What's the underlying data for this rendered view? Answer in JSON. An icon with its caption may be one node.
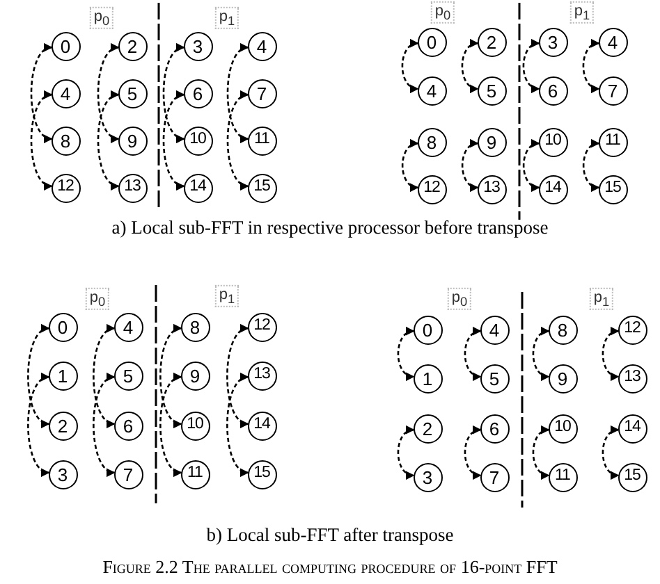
{
  "diagram": {
    "caption": "Figure 2.2 The parallel computing procedure of 16-point FFT",
    "nodes": [
      {
        "text": [
          "0"
        ]
      },
      {
        "text": [
          "2"
        ]
      },
      {
        "text": [
          "3"
        ]
      },
      {
        "text": [
          "4"
        ]
      },
      {
        "text": [
          "4"
        ]
      },
      {
        "text": [
          "5"
        ]
      },
      {
        "text": [
          "6"
        ]
      },
      {
        "text": [
          "7"
        ]
      },
      {
        "text": [
          "8"
        ]
      },
      {
        "text": [
          "9"
        ]
      },
      {
        "text": [
          "10"
        ]
      },
      {
        "text": [
          "11"
        ]
      },
      {
        "text": [
          "12"
        ]
      },
      {
        "text": [
          "13"
        ]
      },
      {
        "text": [
          "14"
        ]
      },
      {
        "text": [
          "15"
        ]
      },
      {
        "text": [
          "0"
        ]
      },
      {
        "text": [
          "2"
        ]
      },
      {
        "text": [
          "3"
        ]
      },
      {
        "text": [
          "4"
        ]
      },
      {
        "text": [
          "4"
        ]
      },
      {
        "text": [
          "5"
        ]
      },
      {
        "text": [
          "6"
        ]
      },
      {
        "text": [
          "7"
        ]
      },
      {
        "text": [
          "8"
        ]
      },
      {
        "text": [
          "9"
        ]
      },
      {
        "text": [
          "10"
        ]
      },
      {
        "text": [
          "11"
        ]
      },
      {
        "text": [
          "12"
        ]
      },
      {
        "text": [
          "13"
        ]
      },
      {
        "text": [
          "14"
        ]
      },
      {
        "text": [
          "15"
        ]
      },
      {
        "text": [
          "0"
        ]
      },
      {
        "text": [
          "4"
        ]
      },
      {
        "text": [
          "8"
        ]
      },
      {
        "text": [
          "12"
        ]
      },
      {
        "text": [
          "1"
        ]
      },
      {
        "text": [
          "5"
        ]
      },
      {
        "text": [
          "9"
        ]
      },
      {
        "text": [
          "13"
        ]
      },
      {
        "text": [
          "2"
        ]
      },
      {
        "text": [
          "6"
        ]
      },
      {
        "text": [
          "10"
        ]
      },
      {
        "text": [
          "14"
        ]
      },
      {
        "text": [
          "3"
        ]
      },
      {
        "text": [
          "7"
        ]
      },
      {
        "text": [
          "11"
        ]
      },
      {
        "text": [
          "15"
        ]
      },
      {
        "text": [
          "0"
        ]
      },
      {
        "text": [
          "4"
        ]
      },
      {
        "text": [
          "8"
        ]
      },
      {
        "text": [
          "12"
        ]
      },
      {
        "text": [
          "1"
        ]
      },
      {
        "text": [
          "5"
        ]
      },
      {
        "text": [
          "9"
        ]
      },
      {
        "text": [
          "13"
        ]
      },
      {
        "text": [
          "2"
        ]
      },
      {
        "text": [
          "6"
        ]
      },
      {
        "text": [
          "10"
        ]
      },
      {
        "text": [
          "14"
        ]
      },
      {
        "text": [
          "3"
        ]
      },
      {
        "text": [
          "7"
        ]
      },
      {
        "text": [
          "11"
        ]
      },
      {
        "text": [
          "15"
        ]
      }
    ],
    "edges": [
      {
        "from": 0,
        "to": 8,
        "arrow": "both",
        "style": "dashed"
      },
      {
        "from": 4,
        "to": 12,
        "arrow": "both",
        "style": "dashed"
      },
      {
        "from": 1,
        "to": 9,
        "arrow": "both",
        "style": "dashed"
      },
      {
        "from": 5,
        "to": 13,
        "arrow": "both",
        "style": "dashed"
      },
      {
        "from": 2,
        "to": 10,
        "arrow": "both",
        "style": "dashed"
      },
      {
        "from": 6,
        "to": 14,
        "arrow": "both",
        "style": "dashed"
      },
      {
        "from": 3,
        "to": 11,
        "arrow": "both",
        "style": "dashed"
      },
      {
        "from": 7,
        "to": 15,
        "arrow": "both",
        "style": "dashed"
      },
      {
        "from": 16,
        "to": 20,
        "arrow": "both",
        "style": "dashed"
      },
      {
        "from": 17,
        "to": 21,
        "arrow": "both",
        "style": "dashed"
      },
      {
        "from": 18,
        "to": 22,
        "arrow": "both",
        "style": "dashed"
      },
      {
        "from": 19,
        "to": 23,
        "arrow": "both",
        "style": "dashed"
      },
      {
        "from": 24,
        "to": 28,
        "arrow": "both",
        "style": "dashed"
      },
      {
        "from": 25,
        "to": 29,
        "arrow": "both",
        "style": "dashed"
      },
      {
        "from": 26,
        "to": 30,
        "arrow": "both",
        "style": "dashed"
      },
      {
        "from": 27,
        "to": 31,
        "arrow": "both",
        "style": "dashed"
      },
      {
        "from": 32,
        "to": 40,
        "arrow": "both",
        "style": "dashed"
      },
      {
        "from": 36,
        "to": 44,
        "arrow": "both",
        "style": "dashed"
      },
      {
        "from": 33,
        "to": 41,
        "arrow": "both",
        "style": "dashed"
      },
      {
        "from": 37,
        "to": 45,
        "arrow": "both",
        "style": "dashed"
      },
      {
        "from": 34,
        "to": 42,
        "arrow": "both",
        "style": "dashed"
      },
      {
        "from": 38,
        "to": 46,
        "arrow": "both",
        "style": "dashed"
      },
      {
        "from": 35,
        "to": 43,
        "arrow": "both",
        "style": "dashed"
      },
      {
        "from": 39,
        "to": 47,
        "arrow": "both",
        "style": "dashed"
      },
      {
        "from": 48,
        "to": 52,
        "arrow": "both",
        "style": "dashed"
      },
      {
        "from": 49,
        "to": 53,
        "arrow": "both",
        "style": "dashed"
      },
      {
        "from": 50,
        "to": 54,
        "arrow": "both",
        "style": "dashed"
      },
      {
        "from": 51,
        "to": 55,
        "arrow": "both",
        "style": "dashed"
      },
      {
        "from": 56,
        "to": 60,
        "arrow": "both",
        "style": "dashed"
      },
      {
        "from": 57,
        "to": 61,
        "arrow": "both",
        "style": "dashed"
      },
      {
        "from": 58,
        "to": 62,
        "arrow": "both",
        "style": "dashed"
      },
      {
        "from": 59,
        "to": 63,
        "arrow": "both",
        "style": "dashed"
      }
    ],
    "labels": [
      "p$_{0}$",
      "p$_{1}$",
      "p$_{0}$",
      "p$_{1}$",
      "a) Local sub-FFT in respective processor before transpose",
      "p$_{0}$",
      "p$_{1}$",
      "p$_{0}$",
      "p$_{1}$",
      "b) Local sub-FFT after transpose"
    ]
  }
}
